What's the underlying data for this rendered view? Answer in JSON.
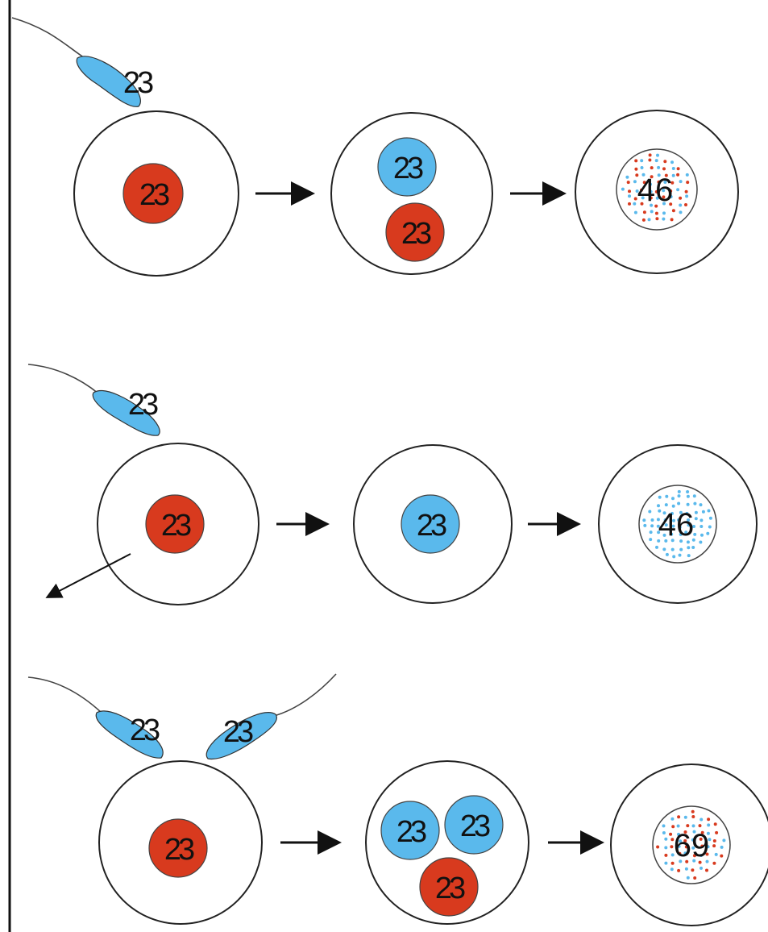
{
  "rows": [
    {
      "sperm": [
        "23"
      ],
      "egg": "23",
      "middle": [
        "23",
        "23"
      ],
      "result": "46",
      "result_dots": [
        "red",
        "blue"
      ]
    },
    {
      "sperm": [
        "23"
      ],
      "egg": "23",
      "middle": [
        "23"
      ],
      "result": "46",
      "result_dots": [
        "blue"
      ]
    },
    {
      "sperm": [
        "23",
        "23"
      ],
      "egg": "23",
      "middle": [
        "23",
        "23",
        "23"
      ],
      "result": "69",
      "result_dots": [
        "red",
        "blue"
      ]
    }
  ],
  "colors": {
    "maternal": "#d83a1e",
    "paternal": "#5ab9ec"
  }
}
